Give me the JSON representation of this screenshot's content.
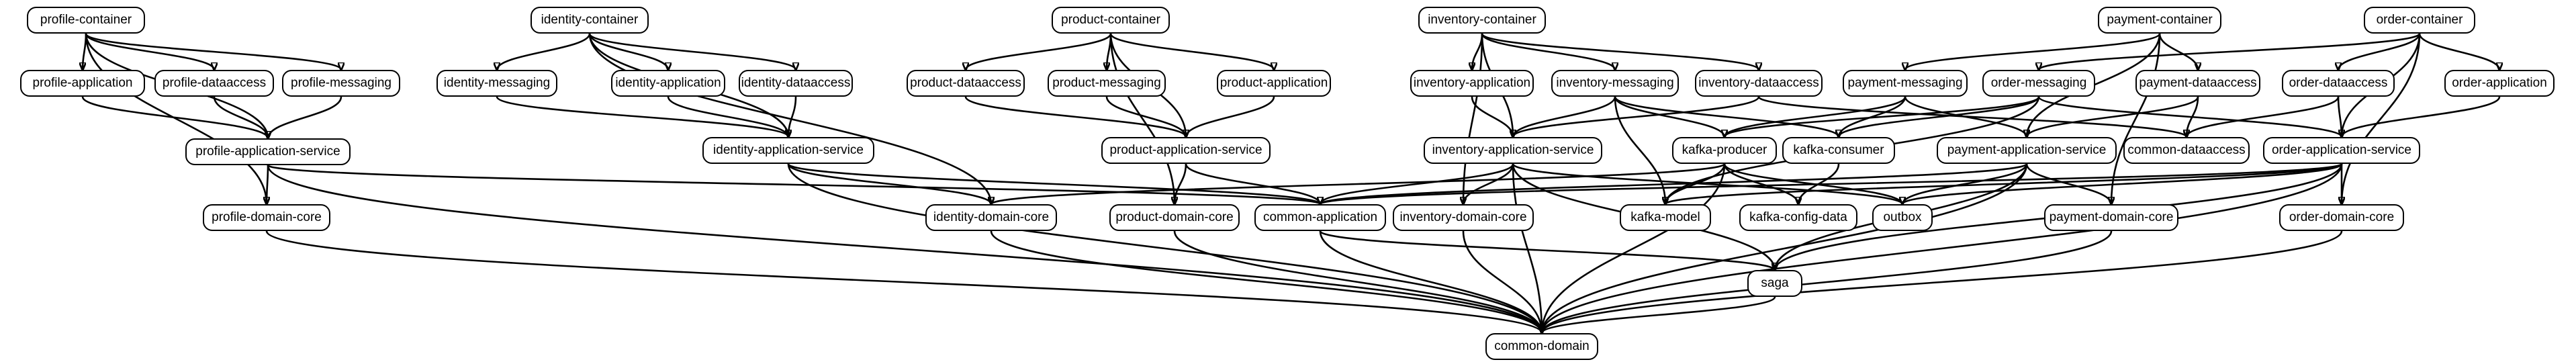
{
  "diagram": {
    "nodes": {
      "profile_container": "profile-container",
      "profile_application": "profile-application",
      "profile_dataaccess": "profile-dataaccess",
      "profile_messaging": "profile-messaging",
      "profile_application_service": "profile-application-service",
      "profile_domain_core": "profile-domain-core",
      "identity_container": "identity-container",
      "identity_messaging": "identity-messaging",
      "identity_application": "identity-application",
      "identity_dataaccess": "identity-dataaccess",
      "identity_application_service": "identity-application-service",
      "identity_domain_core": "identity-domain-core",
      "product_container": "product-container",
      "product_dataaccess": "product-dataaccess",
      "product_messaging": "product-messaging",
      "product_application": "product-application",
      "product_application_service": "product-application-service",
      "product_domain_core": "product-domain-core",
      "inventory_container": "inventory-container",
      "inventory_application": "inventory-application",
      "inventory_messaging": "inventory-messaging",
      "inventory_dataaccess": "inventory-dataaccess",
      "inventory_application_service": "inventory-application-service",
      "inventory_domain_core": "inventory-domain-core",
      "payment_container": "payment-container",
      "payment_messaging": "payment-messaging",
      "payment_dataaccess": "payment-dataaccess",
      "payment_application_service": "payment-application-service",
      "payment_domain_core": "payment-domain-core",
      "order_container": "order-container",
      "order_messaging": "order-messaging",
      "order_dataaccess": "order-dataaccess",
      "order_application": "order-application",
      "order_application_service": "order-application-service",
      "order_domain_core": "order-domain-core",
      "kafka_producer": "kafka-producer",
      "kafka_consumer": "kafka-consumer",
      "kafka_model": "kafka-model",
      "kafka_config_data": "kafka-config-data",
      "common_dataaccess": "common-dataaccess",
      "common_application": "common-application",
      "outbox": "outbox",
      "saga": "saga",
      "common_domain": "common-domain"
    },
    "edges": [
      [
        "profile_container",
        "profile_application"
      ],
      [
        "profile_container",
        "profile_dataaccess"
      ],
      [
        "profile_container",
        "profile_messaging"
      ],
      [
        "profile_container",
        "profile_application_service"
      ],
      [
        "profile_container",
        "profile_domain_core"
      ],
      [
        "profile_application",
        "profile_application_service"
      ],
      [
        "profile_dataaccess",
        "profile_application_service"
      ],
      [
        "profile_messaging",
        "profile_application_service"
      ],
      [
        "profile_application_service",
        "profile_domain_core"
      ],
      [
        "profile_application_service",
        "common_application"
      ],
      [
        "profile_application_service",
        "common_domain"
      ],
      [
        "profile_domain_core",
        "common_domain"
      ],
      [
        "identity_container",
        "identity_messaging"
      ],
      [
        "identity_container",
        "identity_application"
      ],
      [
        "identity_container",
        "identity_dataaccess"
      ],
      [
        "identity_container",
        "identity_application_service"
      ],
      [
        "identity_container",
        "identity_domain_core"
      ],
      [
        "identity_messaging",
        "identity_application_service"
      ],
      [
        "identity_application",
        "identity_application_service"
      ],
      [
        "identity_dataaccess",
        "identity_application_service"
      ],
      [
        "identity_application_service",
        "identity_domain_core"
      ],
      [
        "identity_application_service",
        "common_application"
      ],
      [
        "identity_application_service",
        "common_domain"
      ],
      [
        "identity_domain_core",
        "common_domain"
      ],
      [
        "product_container",
        "product_dataaccess"
      ],
      [
        "product_container",
        "product_messaging"
      ],
      [
        "product_container",
        "product_application"
      ],
      [
        "product_container",
        "product_application_service"
      ],
      [
        "product_container",
        "product_domain_core"
      ],
      [
        "product_dataaccess",
        "product_application_service"
      ],
      [
        "product_messaging",
        "product_application_service"
      ],
      [
        "product_application",
        "product_application_service"
      ],
      [
        "product_application_service",
        "product_domain_core"
      ],
      [
        "product_application_service",
        "common_application"
      ],
      [
        "product_domain_core",
        "common_domain"
      ],
      [
        "inventory_container",
        "inventory_application"
      ],
      [
        "inventory_container",
        "inventory_messaging"
      ],
      [
        "inventory_container",
        "inventory_dataaccess"
      ],
      [
        "inventory_container",
        "inventory_application_service"
      ],
      [
        "inventory_container",
        "inventory_domain_core"
      ],
      [
        "inventory_application",
        "inventory_application_service"
      ],
      [
        "inventory_messaging",
        "inventory_application_service"
      ],
      [
        "inventory_messaging",
        "kafka_producer"
      ],
      [
        "inventory_messaging",
        "kafka_consumer"
      ],
      [
        "inventory_messaging",
        "kafka_model"
      ],
      [
        "inventory_dataaccess",
        "inventory_application_service"
      ],
      [
        "inventory_dataaccess",
        "common_dataaccess"
      ],
      [
        "inventory_application_service",
        "inventory_domain_core"
      ],
      [
        "inventory_application_service",
        "common_application"
      ],
      [
        "inventory_application_service",
        "outbox"
      ],
      [
        "inventory_application_service",
        "saga"
      ],
      [
        "inventory_application_service",
        "common_domain"
      ],
      [
        "inventory_domain_core",
        "common_domain"
      ],
      [
        "kafka_producer",
        "kafka_model"
      ],
      [
        "kafka_producer",
        "kafka_config_data"
      ],
      [
        "kafka_producer",
        "outbox"
      ],
      [
        "kafka_producer",
        "common_domain"
      ],
      [
        "kafka_producer",
        "identity_domain_core"
      ],
      [
        "kafka_consumer",
        "kafka_config_data"
      ],
      [
        "payment_container",
        "payment_messaging"
      ],
      [
        "payment_container",
        "payment_dataaccess"
      ],
      [
        "payment_container",
        "payment_application_service"
      ],
      [
        "payment_container",
        "payment_domain_core"
      ],
      [
        "payment_messaging",
        "kafka_producer"
      ],
      [
        "payment_messaging",
        "kafka_consumer"
      ],
      [
        "payment_messaging",
        "payment_application_service"
      ],
      [
        "payment_dataaccess",
        "payment_application_service"
      ],
      [
        "payment_dataaccess",
        "common_dataaccess"
      ],
      [
        "payment_application_service",
        "payment_domain_core"
      ],
      [
        "payment_application_service",
        "common_application"
      ],
      [
        "payment_application_service",
        "outbox"
      ],
      [
        "payment_application_service",
        "saga"
      ],
      [
        "payment_application_service",
        "common_domain"
      ],
      [
        "payment_domain_core",
        "common_domain"
      ],
      [
        "order_container",
        "order_messaging"
      ],
      [
        "order_container",
        "order_dataaccess"
      ],
      [
        "order_container",
        "order_application"
      ],
      [
        "order_container",
        "order_application_service"
      ],
      [
        "order_container",
        "order_domain_core"
      ],
      [
        "order_messaging",
        "kafka_producer"
      ],
      [
        "order_messaging",
        "kafka_consumer"
      ],
      [
        "order_messaging",
        "order_application_service"
      ],
      [
        "order_messaging",
        "kafka_model"
      ],
      [
        "order_dataaccess",
        "order_application_service"
      ],
      [
        "order_dataaccess",
        "common_dataaccess"
      ],
      [
        "order_application",
        "order_application_service"
      ],
      [
        "order_application_service",
        "order_domain_core"
      ],
      [
        "order_application_service",
        "common_application"
      ],
      [
        "order_application_service",
        "outbox"
      ],
      [
        "order_application_service",
        "saga"
      ],
      [
        "order_application_service",
        "kafka_model"
      ],
      [
        "order_application_service",
        "common_domain"
      ],
      [
        "order_domain_core",
        "common_domain"
      ],
      [
        "common_application",
        "saga"
      ],
      [
        "common_application",
        "common_domain"
      ],
      [
        "saga",
        "common_domain"
      ]
    ]
  }
}
